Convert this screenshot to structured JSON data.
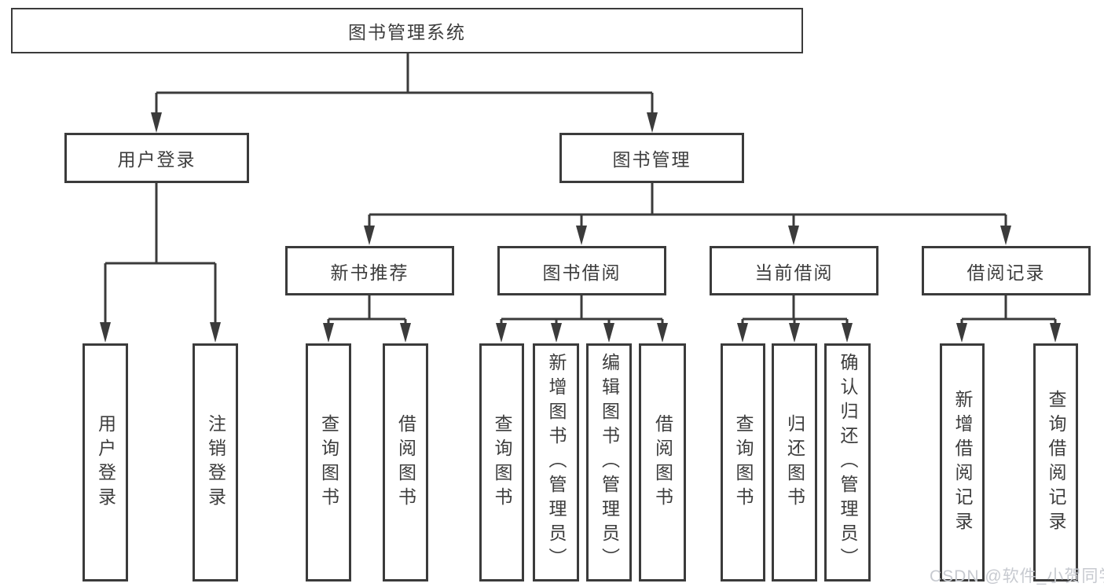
{
  "diagram": {
    "type": "tree",
    "root": {
      "label": "图书管理系统",
      "children": [
        {
          "label": "用户登录",
          "children": [
            {
              "label": "用户登录"
            },
            {
              "label": "注销登录"
            }
          ]
        },
        {
          "label": "图书管理",
          "children": [
            {
              "label": "新书推荐",
              "children": [
                {
                  "label": "查询图书"
                },
                {
                  "label": "借阅图书"
                }
              ]
            },
            {
              "label": "图书借阅",
              "children": [
                {
                  "label": "查询图书"
                },
                {
                  "label": "新增图书（管理员）"
                },
                {
                  "label": "编辑图书（管理员）"
                },
                {
                  "label": "借阅图书"
                }
              ]
            },
            {
              "label": "当前借阅",
              "children": [
                {
                  "label": "查询图书"
                },
                {
                  "label": "归还图书"
                },
                {
                  "label": "确认归还（管理员）"
                }
              ]
            },
            {
              "label": "借阅记录",
              "children": [
                {
                  "label": "新增借阅记录"
                },
                {
                  "label": "查询借阅记录"
                }
              ]
            }
          ]
        }
      ]
    }
  },
  "watermark": "CSDN @软件_小贺同学",
  "colors": {
    "line": "#3b3b3b",
    "border": "#3b3b3b",
    "text": "#3d3d3d",
    "background": "#ffffff",
    "watermark": "#c7cad0"
  }
}
